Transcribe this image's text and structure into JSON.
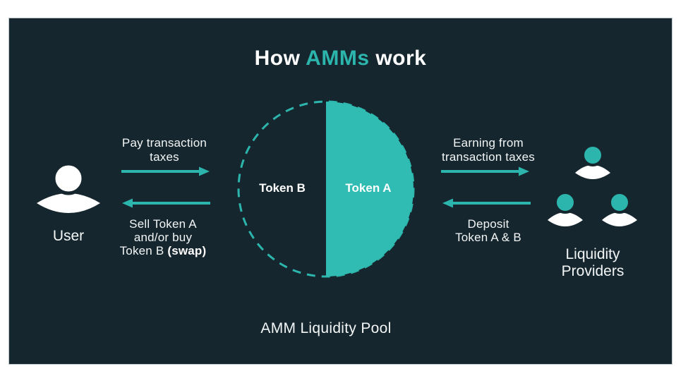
{
  "colors": {
    "page_bg": "#ffffff",
    "panel_bg": "#16262e",
    "teal": "#2cb5ac",
    "teal_fill": "#30bcb3",
    "text_light": "#f2f6f6",
    "white": "#ffffff"
  },
  "title": {
    "part1": "How ",
    "accent": "AMMs",
    "part2": " work"
  },
  "user": {
    "label": "User"
  },
  "flows": {
    "pay": {
      "line1": "Pay transaction",
      "line2": "taxes"
    },
    "sell": {
      "line1": "Sell Token A",
      "line2": "and/or buy",
      "line3_text": "Token B ",
      "line3_bold": "(swap)"
    },
    "earning": {
      "line1": "Earning from",
      "line2": "transaction taxes"
    },
    "deposit": {
      "line1": "Deposit",
      "line2": "Token A & B"
    }
  },
  "pool": {
    "token_left": "Token B",
    "token_right": "Token A",
    "caption": "AMM Liquidity Pool"
  },
  "providers": {
    "line1": "Liquidity",
    "line2": "Providers"
  }
}
